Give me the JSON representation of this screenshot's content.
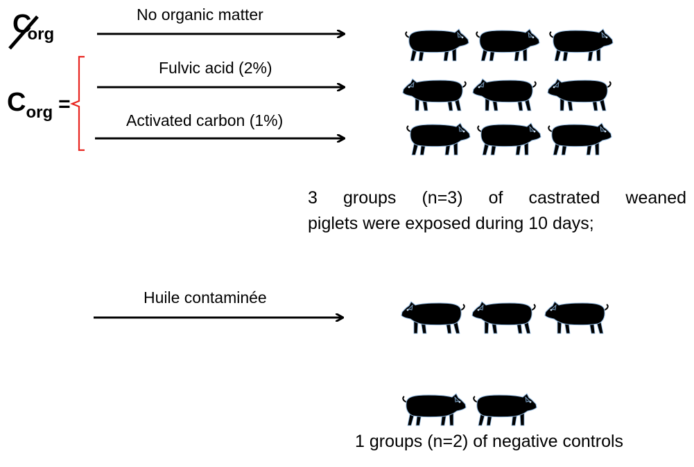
{
  "treatments": {
    "no_corg_symbol": {
      "base": "C",
      "sub": "org"
    },
    "corg_symbol": {
      "base": "C",
      "sub": "org",
      "operator": "="
    },
    "arrow_labels": [
      "No organic matter",
      "Fulvic acid (2%)",
      "Activated carbon (1%)"
    ],
    "contaminated_label": "Huile contaminée"
  },
  "descriptions": {
    "exposed_line1": "3 groups (n=3) of castrated weaned",
    "exposed_line2": "piglets were exposed during 10 days;",
    "controls": "1 groups (n=2) of negative controls"
  },
  "colors": {
    "bracket": "#e8241f",
    "pig_body": "#000000",
    "pig_outline": "#8fb8e0"
  }
}
